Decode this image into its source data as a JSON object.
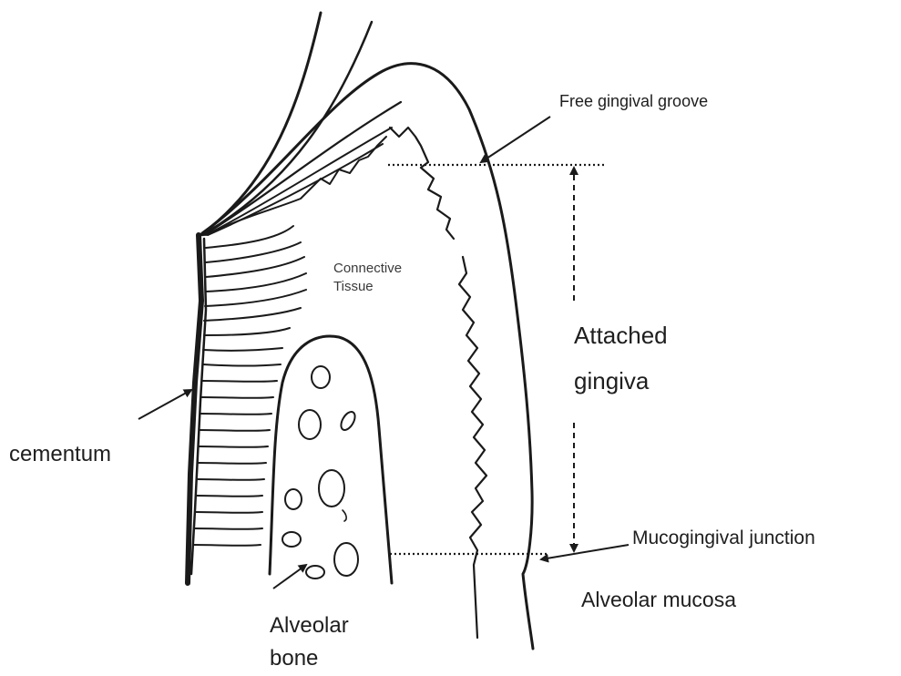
{
  "labels": {
    "free_gingival_groove": "Free gingival groove",
    "connective_tissue_line1": "Connective",
    "connective_tissue_line2": "Tissue",
    "attached_gingiva_line1": "Attached",
    "attached_gingiva_line2": "gingiva",
    "cementum": "cementum",
    "mucogingival_junction": "Mucogingival  junction",
    "alveolar_mucosa": "Alveolar mucosa",
    "alveolar_bone_line1": "Alveolar",
    "alveolar_bone_line2": "bone"
  },
  "colors": {
    "ink": "#1a1a1a",
    "text": "#1e1e1e",
    "background": "#ffffff"
  }
}
